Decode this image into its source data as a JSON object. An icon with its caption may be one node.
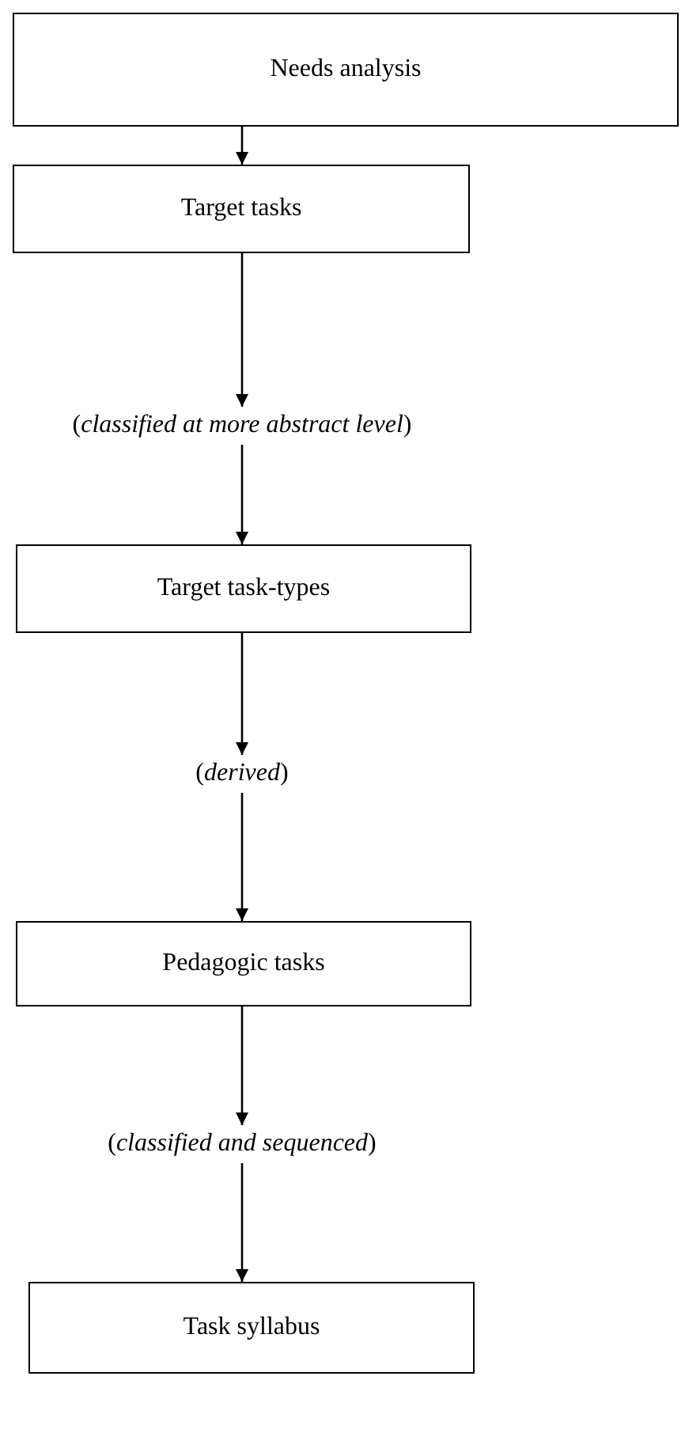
{
  "diagram": {
    "nodes": [
      {
        "text": [
          "Needs analysis"
        ]
      },
      {
        "text": [
          "Target tasks"
        ]
      },
      {
        "text": [
          "(*classified at more abstract level*)"
        ]
      },
      {
        "text": [
          "Target task-types"
        ]
      },
      {
        "text": [
          "(*derived*)"
        ]
      },
      {
        "text": [
          "Pedagogic tasks"
        ]
      },
      {
        "text": [
          "(*classified and sequenced*)"
        ]
      },
      {
        "text": [
          "Task syllabus"
        ]
      }
    ],
    "edges": [
      {
        "from": 0,
        "to": 1,
        "arrow": "to"
      },
      {
        "from": 1,
        "to": 2,
        "arrow": "to"
      },
      {
        "from": 2,
        "to": 3,
        "arrow": "to"
      },
      {
        "from": 3,
        "to": 4,
        "arrow": "to"
      },
      {
        "from": 4,
        "to": 5,
        "arrow": "to"
      },
      {
        "from": 5,
        "to": 6,
        "arrow": "to"
      },
      {
        "from": 6,
        "to": 7,
        "arrow": "to"
      }
    ]
  }
}
